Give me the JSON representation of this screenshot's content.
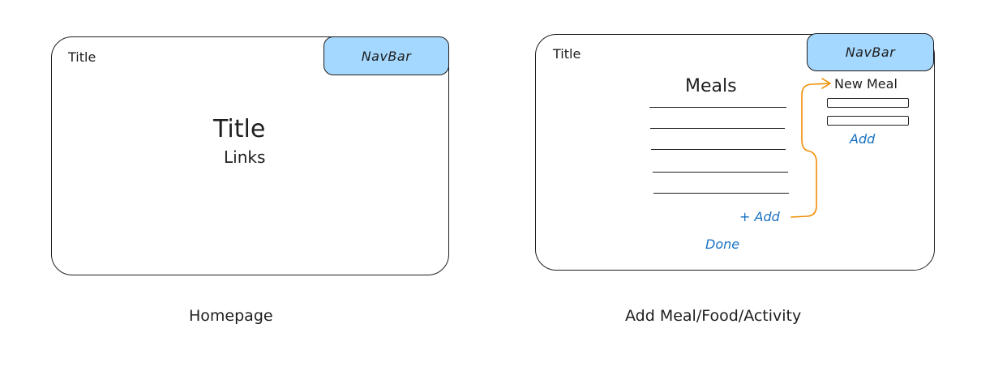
{
  "homepage": {
    "corner_title": "Title",
    "navbar_label": "NavBar",
    "main_title": "Title",
    "links_label": "Links",
    "caption": "Homepage"
  },
  "add_meal": {
    "corner_title": "Title",
    "navbar_label": "NavBar",
    "meals_heading": "Meals",
    "meal_list_lines": 5,
    "add_link": "+ Add",
    "done_link": "Done",
    "new_meal_heading": "New Meal",
    "new_meal_fields": 2,
    "new_meal_add": "Add",
    "caption": "Add Meal/Food/Activity"
  },
  "colors": {
    "navbar_fill": "#a5d8ff",
    "link": "#1971c2",
    "arrow": "#f08c00",
    "stroke": "#1e1e1e"
  }
}
